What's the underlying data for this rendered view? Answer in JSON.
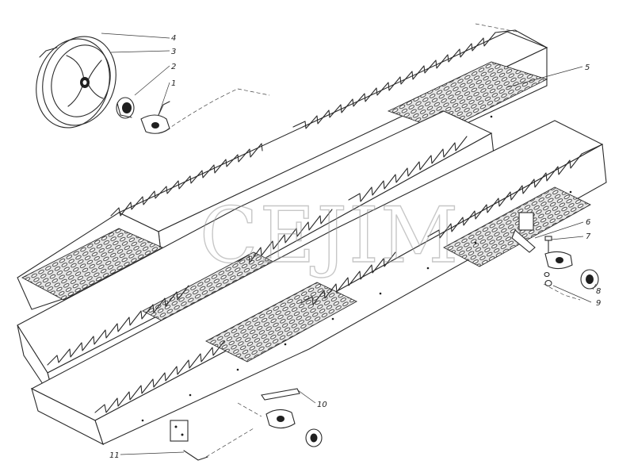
{
  "watermark": "CEJIM",
  "callouts": [
    {
      "id": "c1",
      "text": "1"
    },
    {
      "id": "c2",
      "text": "2"
    },
    {
      "id": "c3",
      "text": "3"
    },
    {
      "id": "c4",
      "text": "4"
    },
    {
      "id": "c5",
      "text": "5"
    },
    {
      "id": "c6",
      "text": "6"
    },
    {
      "id": "c7",
      "text": "7"
    },
    {
      "id": "c8",
      "text": "8"
    },
    {
      "id": "c9",
      "text": "9"
    },
    {
      "id": "c10",
      "text": "10"
    },
    {
      "id": "c11",
      "text": "11"
    }
  ]
}
